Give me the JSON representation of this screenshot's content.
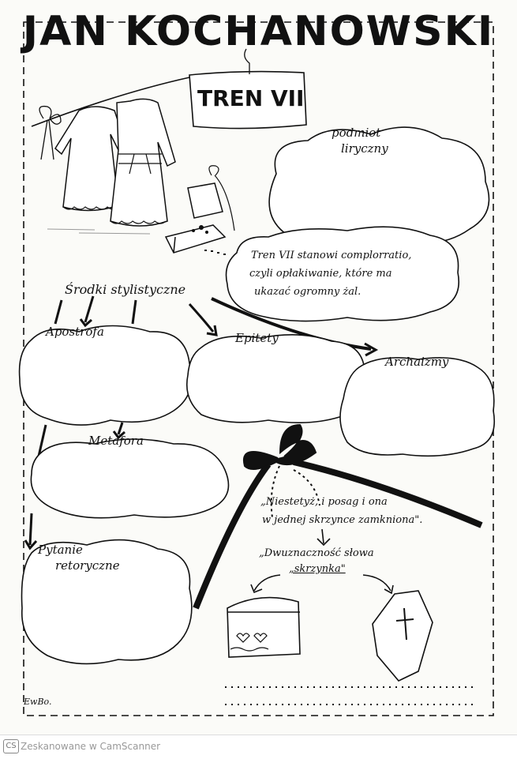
{
  "title": "JAN KOCHANOWSKI",
  "subtitle": "TREN VII",
  "podmiot": {
    "line1": "podmiot",
    "line2": "liryczny"
  },
  "note": {
    "line1": "Tren VII stanowi complorratio,",
    "line2": "czyli opłakiwanie, które ma",
    "line3": "ukazać ogromny żal."
  },
  "srodki": "Środki stylistyczne",
  "figures": {
    "apostrofa": "Apostrofa",
    "epitety": "Epitety",
    "archaizmy": "Archaizmy",
    "metafora": "Metafora",
    "pytanie1": "Pytanie",
    "pytanie2": "retoryczne"
  },
  "quote": {
    "line1": "„Niestetyż, i posag i ona",
    "line2": "w jednej skrzynce zamkniona\"."
  },
  "ambiguity": {
    "line1": "„Dwuznaczność słowa",
    "line2": "„skrzynka\""
  },
  "author": "EwBo.",
  "footer_text": "Zeskanowane w CamScanner",
  "footer_badge": "CS"
}
